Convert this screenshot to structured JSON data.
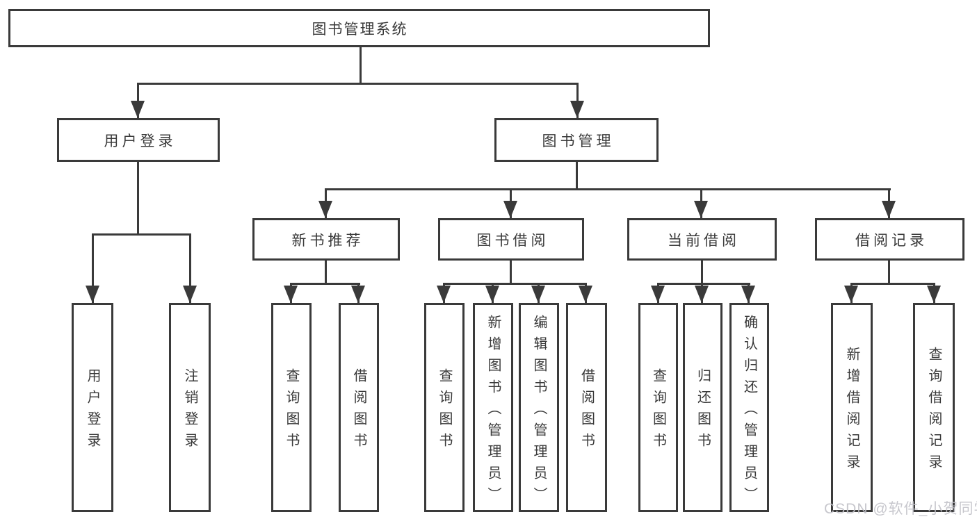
{
  "tree": {
    "root": {
      "label": "图书管理系统",
      "children": [
        {
          "label": "用户登录",
          "children": [
            {
              "label": "用户登录"
            },
            {
              "label": "注销登录"
            }
          ]
        },
        {
          "label": "图书管理",
          "children": [
            {
              "label": "新书推荐",
              "children": [
                {
                  "label": "查询图书"
                },
                {
                  "label": "借阅图书"
                }
              ]
            },
            {
              "label": "图书借阅",
              "children": [
                {
                  "label": "查询图书"
                },
                {
                  "label": "新增图书（管理员）"
                },
                {
                  "label": "编辑图书（管理员）"
                },
                {
                  "label": "借阅图书"
                }
              ]
            },
            {
              "label": "当前借阅",
              "children": [
                {
                  "label": "查询图书"
                },
                {
                  "label": "归还图书"
                },
                {
                  "label": "确认归还（管理员）"
                }
              ]
            },
            {
              "label": "借阅记录",
              "children": [
                {
                  "label": "新增借阅记录"
                },
                {
                  "label": "查询借阅记录"
                }
              ]
            }
          ]
        }
      ]
    }
  },
  "watermark": {
    "text": "CSDN @软件_小贺同学"
  },
  "colors": {
    "line": "#3a3a3a",
    "text": "#3a3a3a",
    "watermark": "#c2c2c8",
    "background": "#ffffff"
  }
}
